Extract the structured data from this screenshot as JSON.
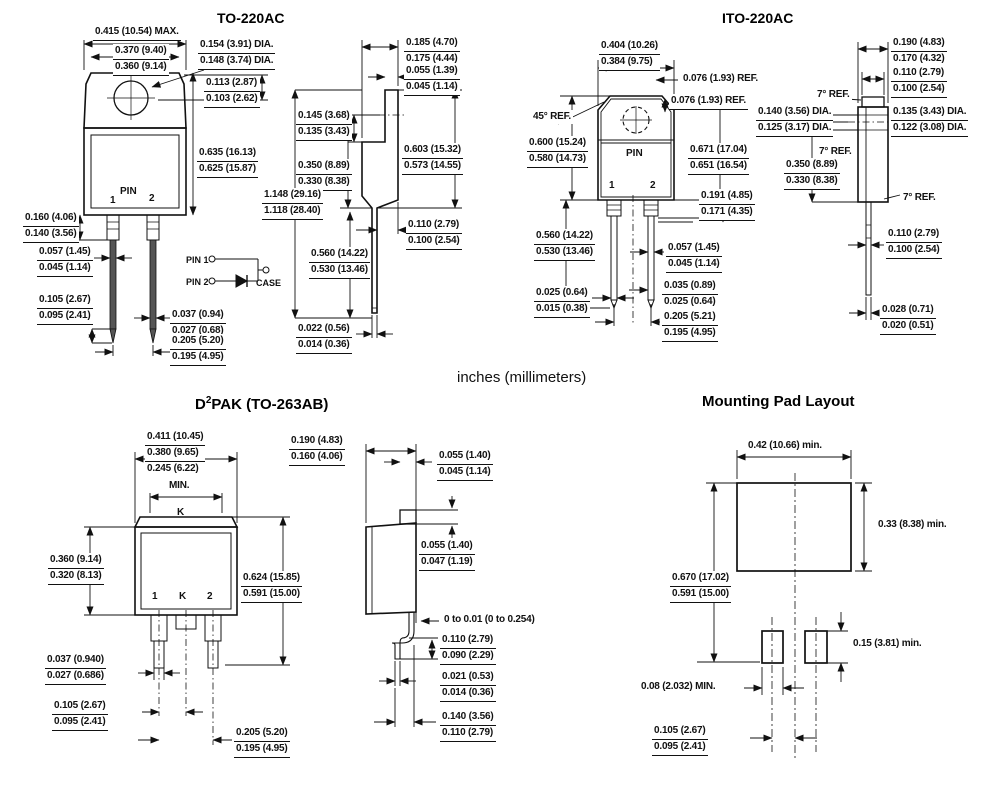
{
  "titles": {
    "to220": "TO-220AC",
    "ito220": "ITO-220AC",
    "units": "inches (millimeters)",
    "d2pak_d": "D",
    "d2pak_sup": "2",
    "d2pak_rest": "PAK (TO-263AB)",
    "pad": "Mounting Pad Layout"
  },
  "colors": {
    "ink": "#111111",
    "lead_fill": "#555555",
    "background": "#ffffff"
  },
  "to220_front": {
    "w_max": "0.415 (10.54) MAX.",
    "wtop_a": "0.370 (9.40)",
    "wtop_b": "0.360 (9.14)",
    "hole_a": "0.154 (3.91) DIA.",
    "hole_b": "0.148 (3.74) DIA.",
    "holeoff_a": "0.113 (2.87)",
    "holeoff_b": "0.103 (2.62)",
    "h_a": "0.635 (16.13)",
    "h_b": "0.625 (15.87)",
    "pin": "PIN",
    "p1": "1",
    "p2": "2",
    "sh_a": "0.160 (4.06)",
    "sh_b": "0.140 (3.56)",
    "lw_a": "0.057 (1.45)",
    "lw_b": "0.045 (1.14)",
    "tip_a": "0.105 (2.67)",
    "tip_b": "0.095 (2.41)",
    "lt_a": "0.037 (0.94)",
    "lt_b": "0.027 (0.68)",
    "sp_a": "0.205 (5.20)",
    "sp_b": "0.195 (4.95)"
  },
  "schematic": {
    "pin1": "PIN 1",
    "pin2": "PIN 2",
    "case": "CASE"
  },
  "to220_side": {
    "d_a": "0.185 (4.70)",
    "d_b": "0.175 (4.44)",
    "tt_a": "0.055 (1.39)",
    "tt_b": "0.045 (1.14)",
    "te_a": "0.145 (3.68)",
    "te_b": "0.135 (3.43)",
    "bh_a": "0.350 (8.89)",
    "bh_b": "0.330 (8.38)",
    "oh_a": "1.148 (29.16)",
    "oh_b": "1.118 (28.40)",
    "ph_a": "0.603 (15.32)",
    "ph_b": "0.573 (14.55)",
    "lo_a": "0.110 (2.79)",
    "lo_b": "0.100 (2.54)",
    "ll_a": "0.560 (14.22)",
    "ll_b": "0.530 (13.46)",
    "lt_a": "0.022 (0.56)",
    "lt_b": "0.014 (0.36)"
  },
  "ito_front": {
    "w_a": "0.404 (10.26)",
    "w_b": "0.384 (9.75)",
    "ref1": "0.076 (1.93) REF.",
    "ref2": "0.076 (1.93) REF.",
    "ref45": "45° REF.",
    "h_a": "0.600 (15.24)",
    "h_b": "0.580 (14.73)",
    "oh_a": "0.671 (17.04)",
    "oh_b": "0.651 (16.54)",
    "pin": "PIN",
    "p1": "1",
    "p2": "2",
    "sh_a": "0.191 (4.85)",
    "sh_b": "0.171 (4.35)",
    "ll_a": "0.560 (14.22)",
    "ll_b": "0.530 (13.46)",
    "lw_a": "0.057 (1.45)",
    "lw_b": "0.045 (1.14)",
    "t1_a": "0.025 (0.64)",
    "t1_b": "0.015 (0.38)",
    "t2_a": "0.035 (0.89)",
    "t2_b": "0.025 (0.64)",
    "sp_a": "0.205 (5.21)",
    "sp_b": "0.195 (4.95)"
  },
  "ito_side": {
    "d_a": "0.190 (4.83)",
    "d_b": "0.170 (4.32)",
    "td_a": "0.110 (2.79)",
    "td_b": "0.100 (2.54)",
    "ref7a": "7° REF.",
    "ref7b": "7° REF.",
    "ref7c": "7° REF.",
    "dl_a": "0.140 (3.56) DIA.",
    "dl_b": "0.125 (3.17) DIA.",
    "dr_a": "0.135 (3.43) DIA.",
    "dr_b": "0.122 (3.08) DIA.",
    "bh_a": "0.350 (8.89)",
    "bh_b": "0.330 (8.38)",
    "lw_a": "0.110 (2.79)",
    "lw_b": "0.100 (2.54)",
    "tip_a": "0.028 (0.71)",
    "tip_b": "0.020 (0.51)"
  },
  "d2pak_front": {
    "w_a": "0.411 (10.45)",
    "w_b": "0.380 (9.65)",
    "tw": "0.245 (6.22)",
    "tw_min": "MIN.",
    "k_top": "K",
    "bh_a": "0.360 (9.14)",
    "bh_b": "0.320 (8.13)",
    "p1": "1",
    "pk": "K",
    "p2": "2",
    "oh_a": "0.624 (15.85)",
    "oh_b": "0.591 (15.00)",
    "lw_a": "0.037 (0.940)",
    "lw_b": "0.027 (0.686)",
    "off_a": "0.105 (2.67)",
    "off_b": "0.095 (2.41)",
    "sp_a": "0.205 (5.20)",
    "sp_b": "0.195 (4.95)"
  },
  "d2pak_side": {
    "d_a": "0.190 (4.83)",
    "d_b": "0.160 (4.06)",
    "tt_a": "0.055 (1.40)",
    "tt_b": "0.045 (1.14)",
    "bt_a": "0.055 (1.40)",
    "bt_b": "0.047 (1.19)",
    "standoff": "0 to 0.01 (0 to 0.254)",
    "fh_a": "0.110 (2.79)",
    "fh_b": "0.090 (2.29)",
    "lt_a": "0.021 (0.53)",
    "lt_b": "0.014 (0.36)",
    "fl_a": "0.140 (3.56)",
    "fl_b": "0.110 (2.79)"
  },
  "pad": {
    "w": "0.42 (10.66) min.",
    "h": "0.33 (8.38) min.",
    "oh_a": "0.670 (17.02)",
    "oh_b": "0.591 (15.00)",
    "ph": "0.15 (3.81) min.",
    "gap": "0.08 (2.032) MIN.",
    "off_a": "0.105 (2.67)",
    "off_b": "0.095 (2.41)"
  }
}
